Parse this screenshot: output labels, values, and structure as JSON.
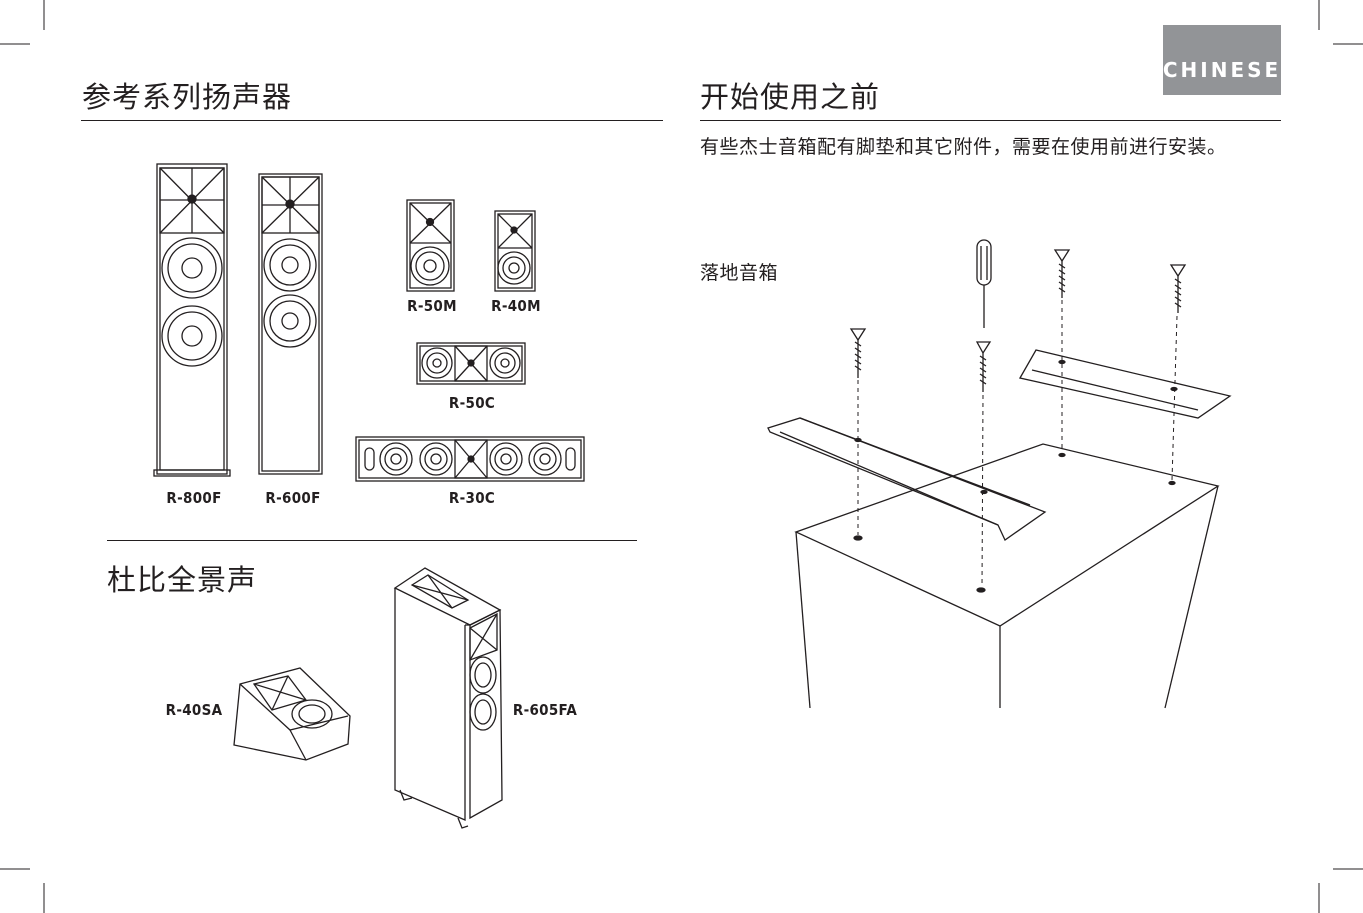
{
  "tab": {
    "label": "CHINESE"
  },
  "left": {
    "title": "参考系列扬声器",
    "models": {
      "r800f": "R-800F",
      "r600f": "R-600F",
      "r50m": "R-50M",
      "r40m": "R-40M",
      "r50c": "R-50C",
      "r30c": "R-30C"
    },
    "atmos": {
      "title": "杜比全景声",
      "r40sa": "R-40SA",
      "r605fa": "R-605FA"
    }
  },
  "right": {
    "title": "开始使用之前",
    "intro": "有些杰士音箱配有脚垫和其它附件，需要在使用前进行安装。",
    "subheading": "落地音箱"
  }
}
